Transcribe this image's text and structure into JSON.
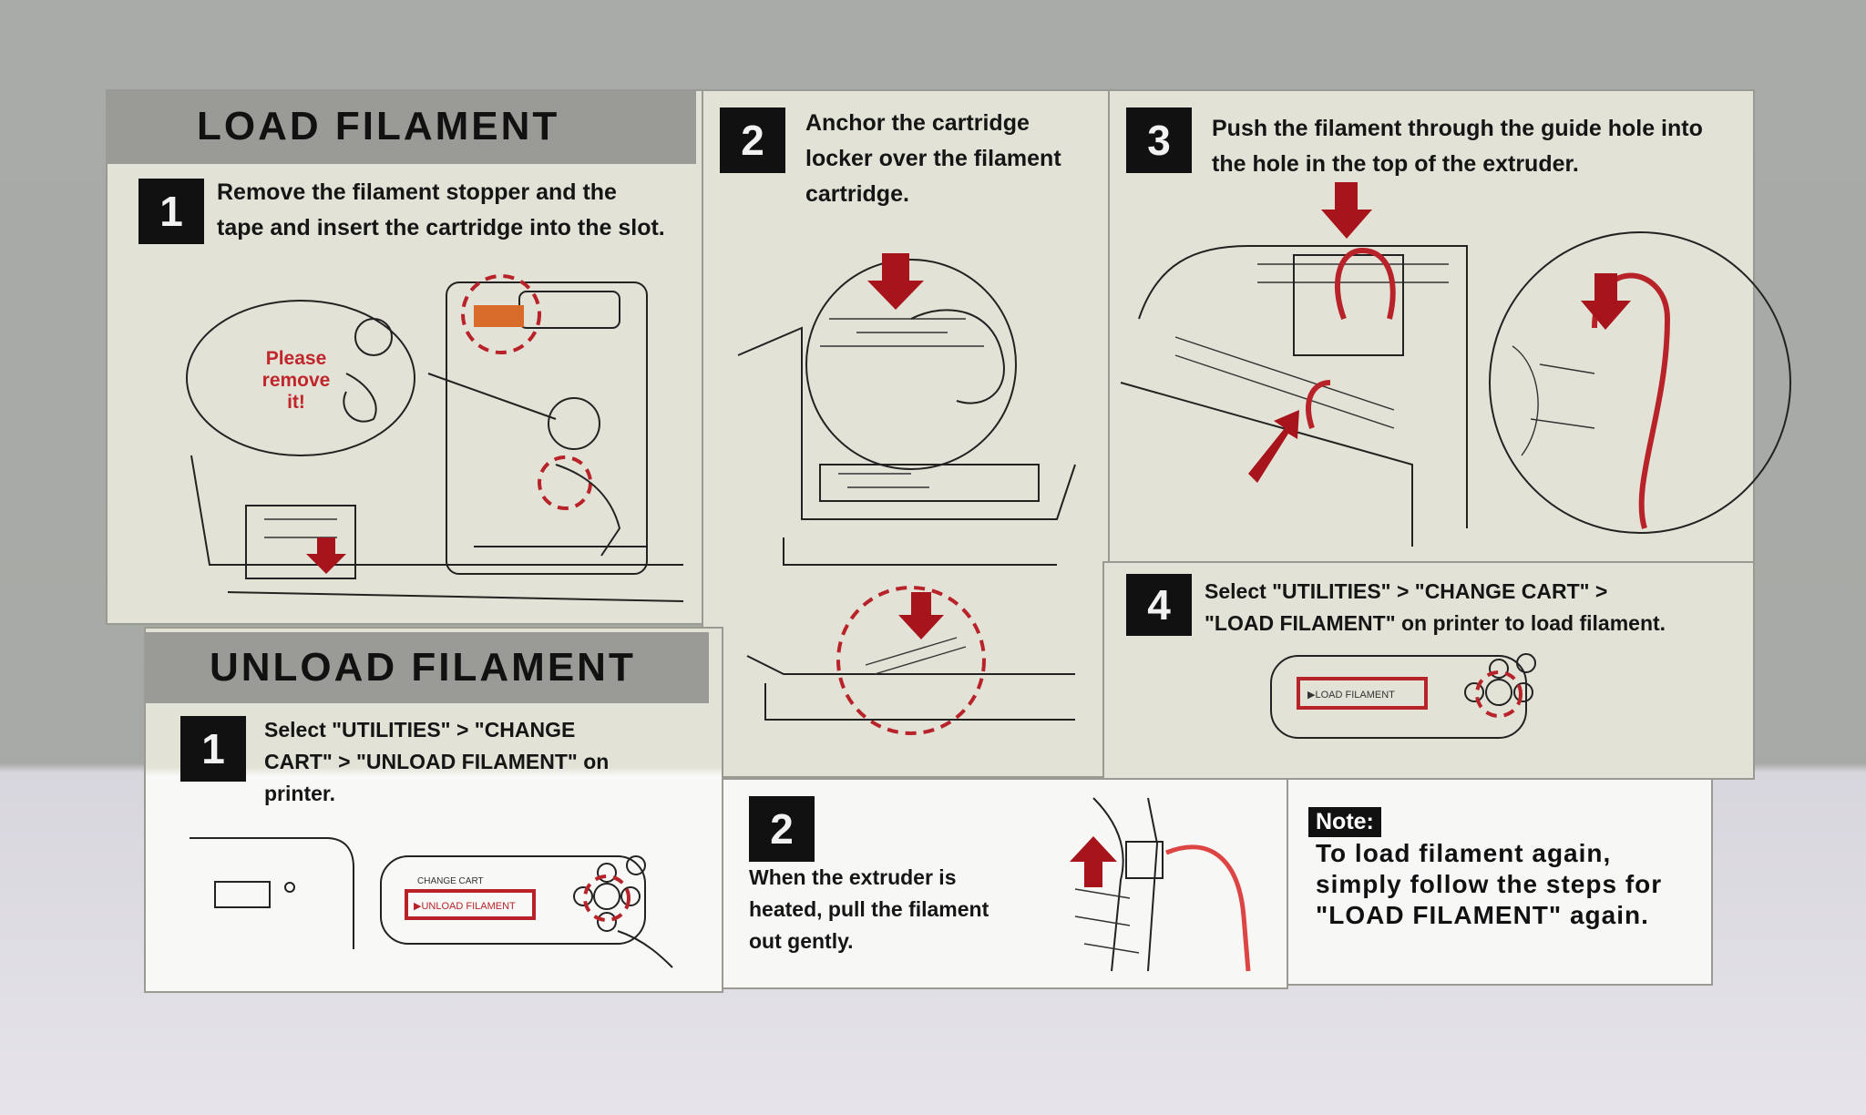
{
  "load_section": {
    "title": "LOAD FILAMENT",
    "steps": [
      {
        "num": "1",
        "text": "Remove the filament stopper and the\ntape and insert the cartridge into the slot.",
        "callout": "Please\nremove\nit!"
      },
      {
        "num": "2",
        "text": "Anchor the cartridge\nlocker over the filament\ncartridge."
      },
      {
        "num": "3",
        "text": "Push the filament through the guide hole into\nthe hole in the top of the extruder."
      },
      {
        "num": "4",
        "text": "Select \"UTILITIES\" > \"CHANGE CART\" >\n\"LOAD FILAMENT\" on printer to load filament.",
        "screen": "▶LOAD FILAMENT"
      }
    ]
  },
  "unload_section": {
    "title": "UNLOAD FILAMENT",
    "steps": [
      {
        "num": "1",
        "text": "Select \"UTILITIES\" > \"CHANGE\nCART\" > \"UNLOAD FILAMENT\" on\nprinter.",
        "screen_line1": "CHANGE CART",
        "screen_line2": "▶UNLOAD FILAMENT"
      },
      {
        "num": "2",
        "text": "When the extruder is\nheated, pull the filament\nout gently."
      }
    ]
  },
  "note": {
    "label": "Note:",
    "text": "To load filament again,\nsimply follow the steps for\n\"LOAD FILAMENT\" again."
  },
  "colors": {
    "accent_red": "#a8141c",
    "panel": "#e3e2d7",
    "header": "#9a9a96"
  },
  "icons": [
    "down-arrow-icon",
    "up-arrow-icon",
    "control-pad-icon"
  ]
}
